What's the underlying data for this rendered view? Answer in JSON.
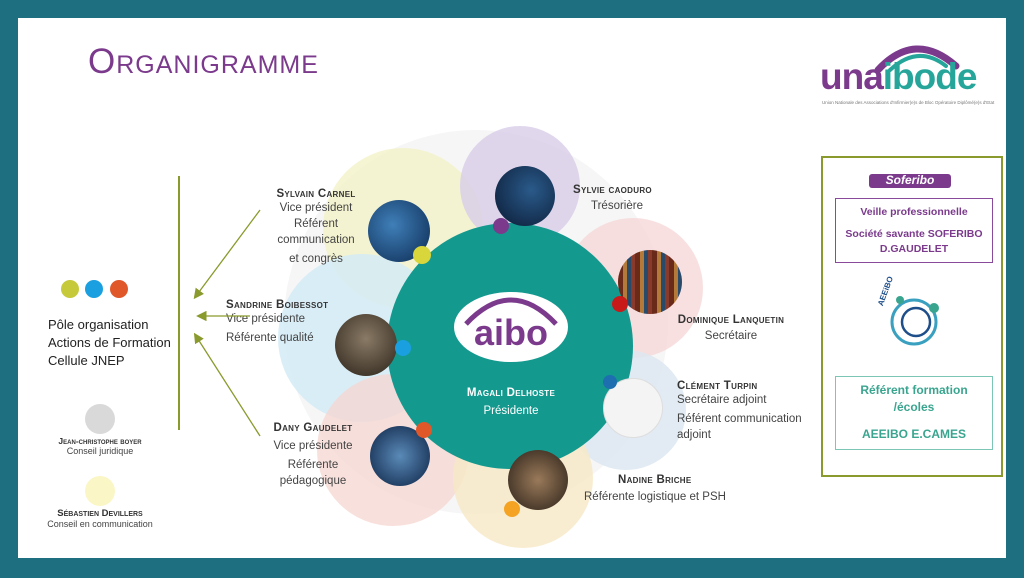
{
  "title": "Organigramme",
  "logo": {
    "part1": "una",
    "part2": "ibode",
    "tagline": "Union Nationale des Associations d'Infirmier(e)s de Bloc Opératoire Diplômé(e)s d'Etat"
  },
  "center": {
    "logo_text": "aibo",
    "name": "Magali Delhoste",
    "role": "Présidente"
  },
  "members": {
    "sylvain": {
      "name": "Sylvain Carnel",
      "roles": [
        "Vice président",
        "Référent",
        "communication",
        "et congrès"
      ]
    },
    "sylvie": {
      "name": "Sylvie caoduro",
      "roles": [
        "Trésorière"
      ]
    },
    "sandrine": {
      "name": "Sandrine Boibessot",
      "roles": [
        "Vice présidente",
        "Référente qualité"
      ]
    },
    "dominique": {
      "name": "Dominique Lanquetin",
      "roles": [
        "Secrétaire"
      ]
    },
    "clement": {
      "name": "Clément Turpin",
      "roles": [
        "Secrétaire adjoint",
        "Référent communication",
        "adjoint"
      ]
    },
    "dany": {
      "name": "Dany Gaudelet",
      "roles": [
        "Vice présidente",
        "Référente",
        "pédagogique"
      ]
    },
    "nadine": {
      "name": "Nadine Briche",
      "roles": [
        "Référente logistique et PSH"
      ]
    }
  },
  "pole": {
    "lines": [
      "Pôle organisation",
      "Actions de Formation",
      "Cellule JNEP"
    ]
  },
  "advisors": [
    {
      "name": "Jean-christophe boyer",
      "role": "Conseil juridique"
    },
    {
      "name": "Sébastien Devillers",
      "role": "Conseil en communication"
    }
  ],
  "right_panel": {
    "soferibo_logo": "Soferibo",
    "veille": "Veille professionnelle",
    "societe": "Société savante SOFERIBO",
    "gaudelet": "D.GAUDELET",
    "aeeibo_logo": "AEEiBO",
    "referent": "Référent formation",
    "ecoles": "/écoles",
    "aeeibo_cames": "AEEIBO E.CAMES"
  },
  "colors": {
    "background": "#1e6f80",
    "title": "#7b3a8c",
    "teal_center": "#14998f",
    "olive": "#8a9a2c",
    "dot_olive": "#c5c93a",
    "dot_blue": "#1aa0e0",
    "dot_red": "#e0572a"
  }
}
